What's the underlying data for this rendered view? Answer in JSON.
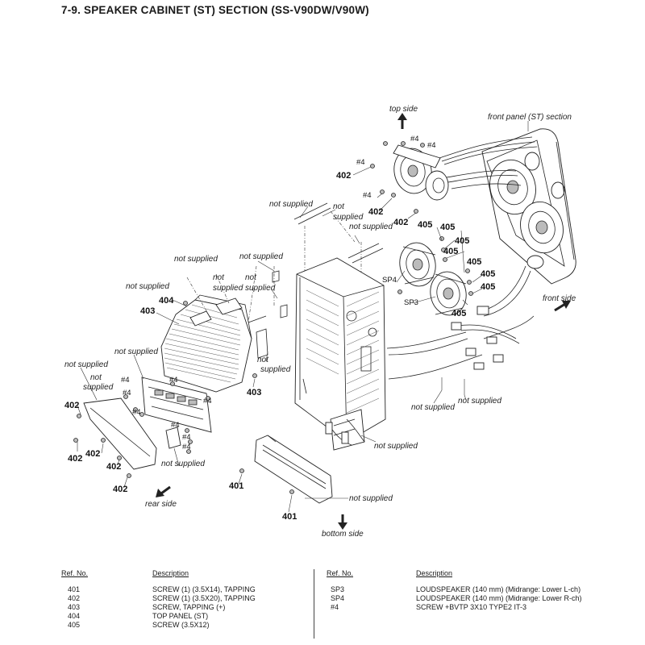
{
  "page": {
    "title": "7-9.   SPEAKER  CABINET (ST)  SECTION (SS-V90DW/V90W)"
  },
  "diagram": {
    "directions": {
      "top": "top side",
      "front": "front side",
      "rear": "rear side",
      "bottom": "bottom side"
    },
    "section_label": "front panel (ST) section",
    "not_supplied": "not supplied",
    "refs": {
      "r401": "401",
      "r402": "402",
      "r403": "403",
      "r404": "404",
      "r405": "405",
      "sp3": "SP3",
      "sp4": "SP4",
      "h4": "#4"
    }
  },
  "parts_table": {
    "headers": {
      "ref": "Ref. No.",
      "desc": "Description"
    },
    "left": [
      {
        "ref": "401",
        "desc": "SCREW (1) (3.5X14), TAPPING"
      },
      {
        "ref": "402",
        "desc": "SCREW (1) (3.5X20), TAPPING"
      },
      {
        "ref": "403",
        "desc": "SCREW, TAPPING (+)"
      },
      {
        "ref": "404",
        "desc": "TOP PANEL (ST)"
      },
      {
        "ref": "405",
        "desc": "SCREW (3.5X12)"
      }
    ],
    "right": [
      {
        "ref": "SP3",
        "desc": "LOUDSPEAKER (140 mm) (Midrange: Lower L-ch)"
      },
      {
        "ref": "SP4",
        "desc": "LOUDSPEAKER (140 mm) (Midrange: Lower R-ch)"
      },
      {
        "ref": "#4",
        "desc": "SCREW +BVTP 3X10 TYPE2 IT-3"
      }
    ]
  }
}
